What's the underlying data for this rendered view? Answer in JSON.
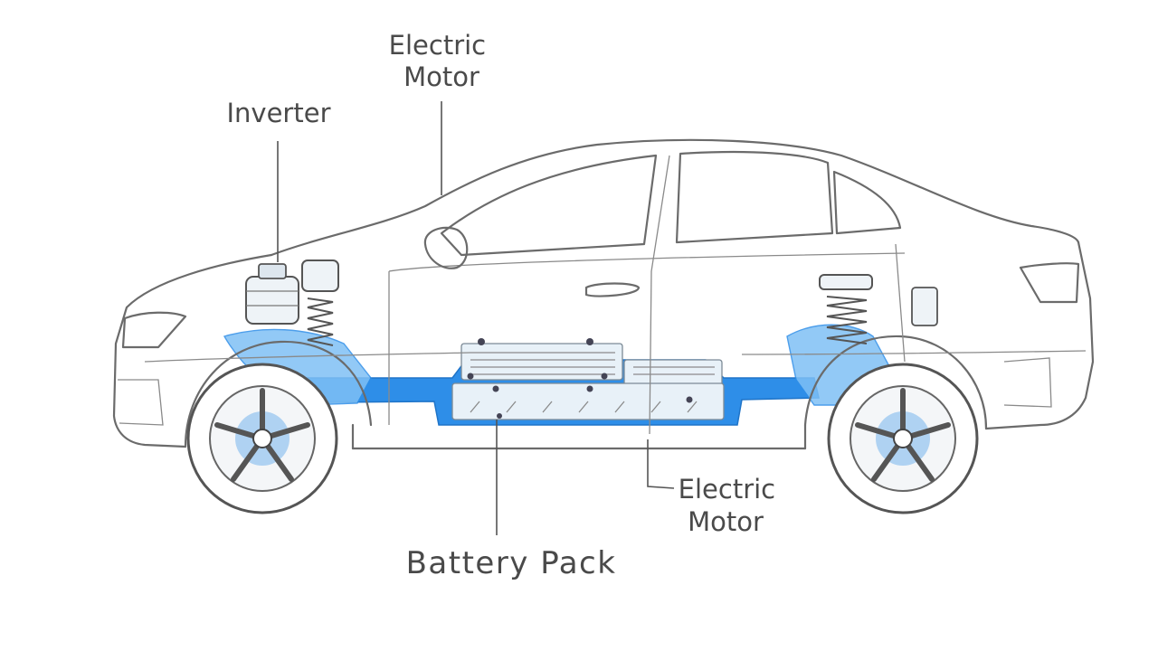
{
  "labels": {
    "electric_motor_top": [
      "Electric",
      "Motor"
    ],
    "inverter": "Inverter",
    "electric_motor_bottom": [
      "Electric",
      "Motor"
    ],
    "battery_pack": "Battery Pack"
  },
  "colors": {
    "accent_blue": "#2e8ee8",
    "outline": "#6b6b6b",
    "text": "#4a4a4a"
  }
}
